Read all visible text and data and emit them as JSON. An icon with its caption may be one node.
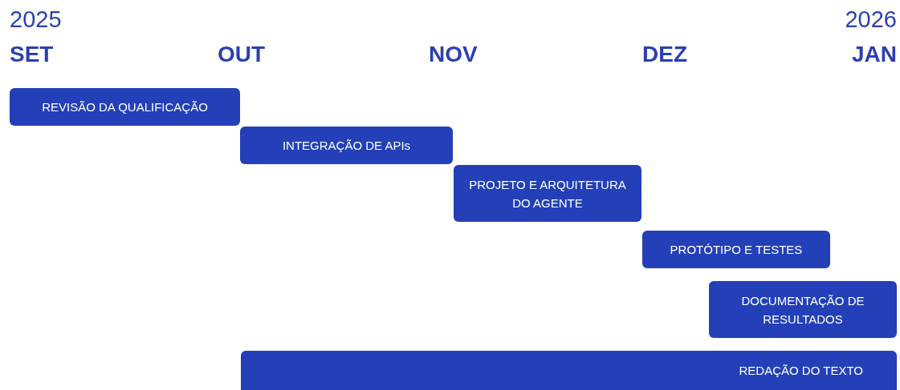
{
  "diagram": {
    "nodes": [
      {
        "text": [
          "REVISÃO DA QUALIFICAÇÃO"
        ]
      },
      {
        "text": [
          "INTEGRAÇÃO DE APIs"
        ]
      },
      {
        "text": [
          "PROJETO E ARQUITETURA DO AGENTE"
        ]
      },
      {
        "text": [
          "PROTÓTIPO E TESTES"
        ]
      },
      {
        "text": [
          "DOCUMENTAÇÃO DE RESULTADOS"
        ]
      },
      {
        "text": [
          "REDAÇÃO DO TEXTO"
        ]
      }
    ],
    "labels": [
      "2025",
      "2026",
      "SET",
      "OUT",
      "NOV",
      "DEZ",
      "JAN"
    ]
  }
}
